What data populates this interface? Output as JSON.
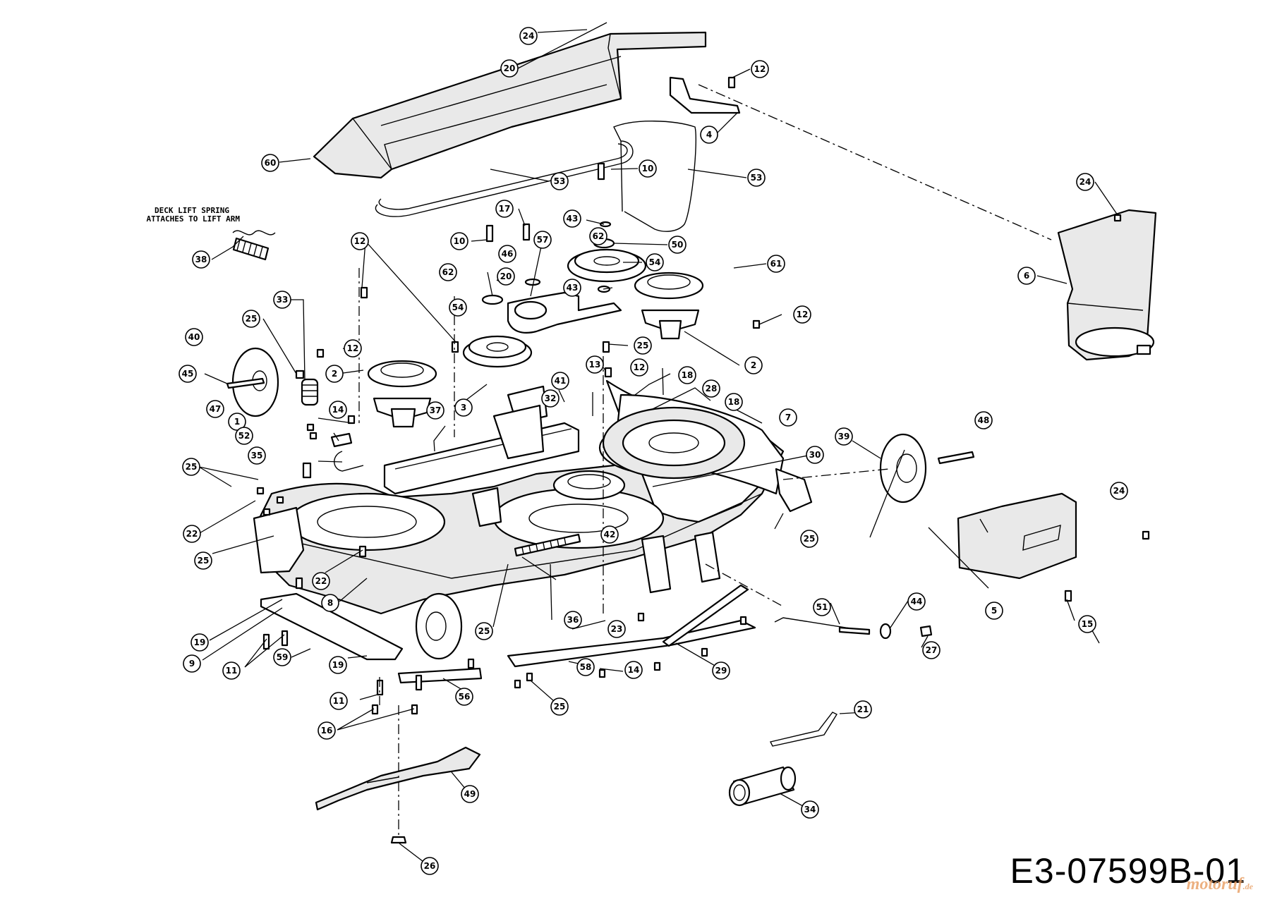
{
  "note": {
    "line1": "DECK LIFT SPRING",
    "line2": "ATTACHES TO LIFT ARM"
  },
  "drawing_number": "E3-07599B-01",
  "watermark": {
    "name": "motoruf",
    "tld": ".de"
  },
  "callouts": {
    "c60": "60",
    "c24a": "24",
    "c20a": "20",
    "c12a": "12",
    "c4": "4",
    "c53a": "53",
    "c10a": "10",
    "c53b": "53",
    "c24b": "24",
    "c6": "6",
    "c38": "38",
    "c12b": "12",
    "c10b": "10",
    "c17": "17",
    "c43a": "43",
    "c50": "50",
    "c57": "57",
    "c62a": "62",
    "c46": "46",
    "c20b": "20",
    "c54a": "54",
    "c43b": "43",
    "c61": "61",
    "c62b": "62",
    "c12c": "12",
    "c54b": "54",
    "c25a": "25",
    "c2a": "2",
    "c33": "33",
    "c25b": "25",
    "c40": "40",
    "c12d": "12",
    "c45": "45",
    "c2b": "2",
    "c13": "13",
    "c12e": "12",
    "c18a": "18",
    "c3": "3",
    "c41": "41",
    "c28": "28",
    "c32": "32",
    "c18b": "18",
    "c7": "7",
    "c47": "47",
    "c14a": "14",
    "c37": "37",
    "c1": "1",
    "c52": "52",
    "c35": "35",
    "c30": "30",
    "c39": "39",
    "c48": "48",
    "c25c": "25",
    "c24c": "24",
    "c22a": "22",
    "c25d": "25",
    "c42": "42",
    "c25e": "25",
    "c22b": "22",
    "c8": "8",
    "c36": "36",
    "c25f": "25",
    "c23": "23",
    "c51": "51",
    "c44": "44",
    "c5": "5",
    "c15": "15",
    "c27": "27",
    "c19a": "19",
    "c9": "9",
    "c11a": "11",
    "c59": "59",
    "c19b": "19",
    "c58": "58",
    "c14b": "14",
    "c29": "29",
    "c56": "56",
    "c25g": "25",
    "c11b": "11",
    "c16": "16",
    "c21": "21",
    "c49": "49",
    "c34": "34",
    "c26": "26"
  }
}
